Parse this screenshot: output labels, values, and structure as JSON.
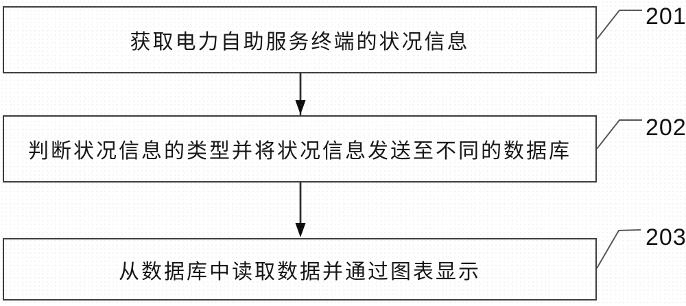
{
  "figure": {
    "type": "flowchart",
    "direction": "top-down",
    "colors": {
      "background": "#ffffff",
      "box_border": "#3d3d3d",
      "leader_line": "#565656",
      "arrow_line": "#2f2f2f",
      "arrow_head": "#0d0d0d",
      "text": "#161616"
    },
    "steps": [
      {
        "ref": "201",
        "text": "获取电力自助服务终端的状况信息"
      },
      {
        "ref": "202",
        "text": "判断状况信息的类型并将状况信息发送至不同的数据库"
      },
      {
        "ref": "203",
        "text": "从数据库中读取数据并通过图表显示"
      }
    ]
  }
}
